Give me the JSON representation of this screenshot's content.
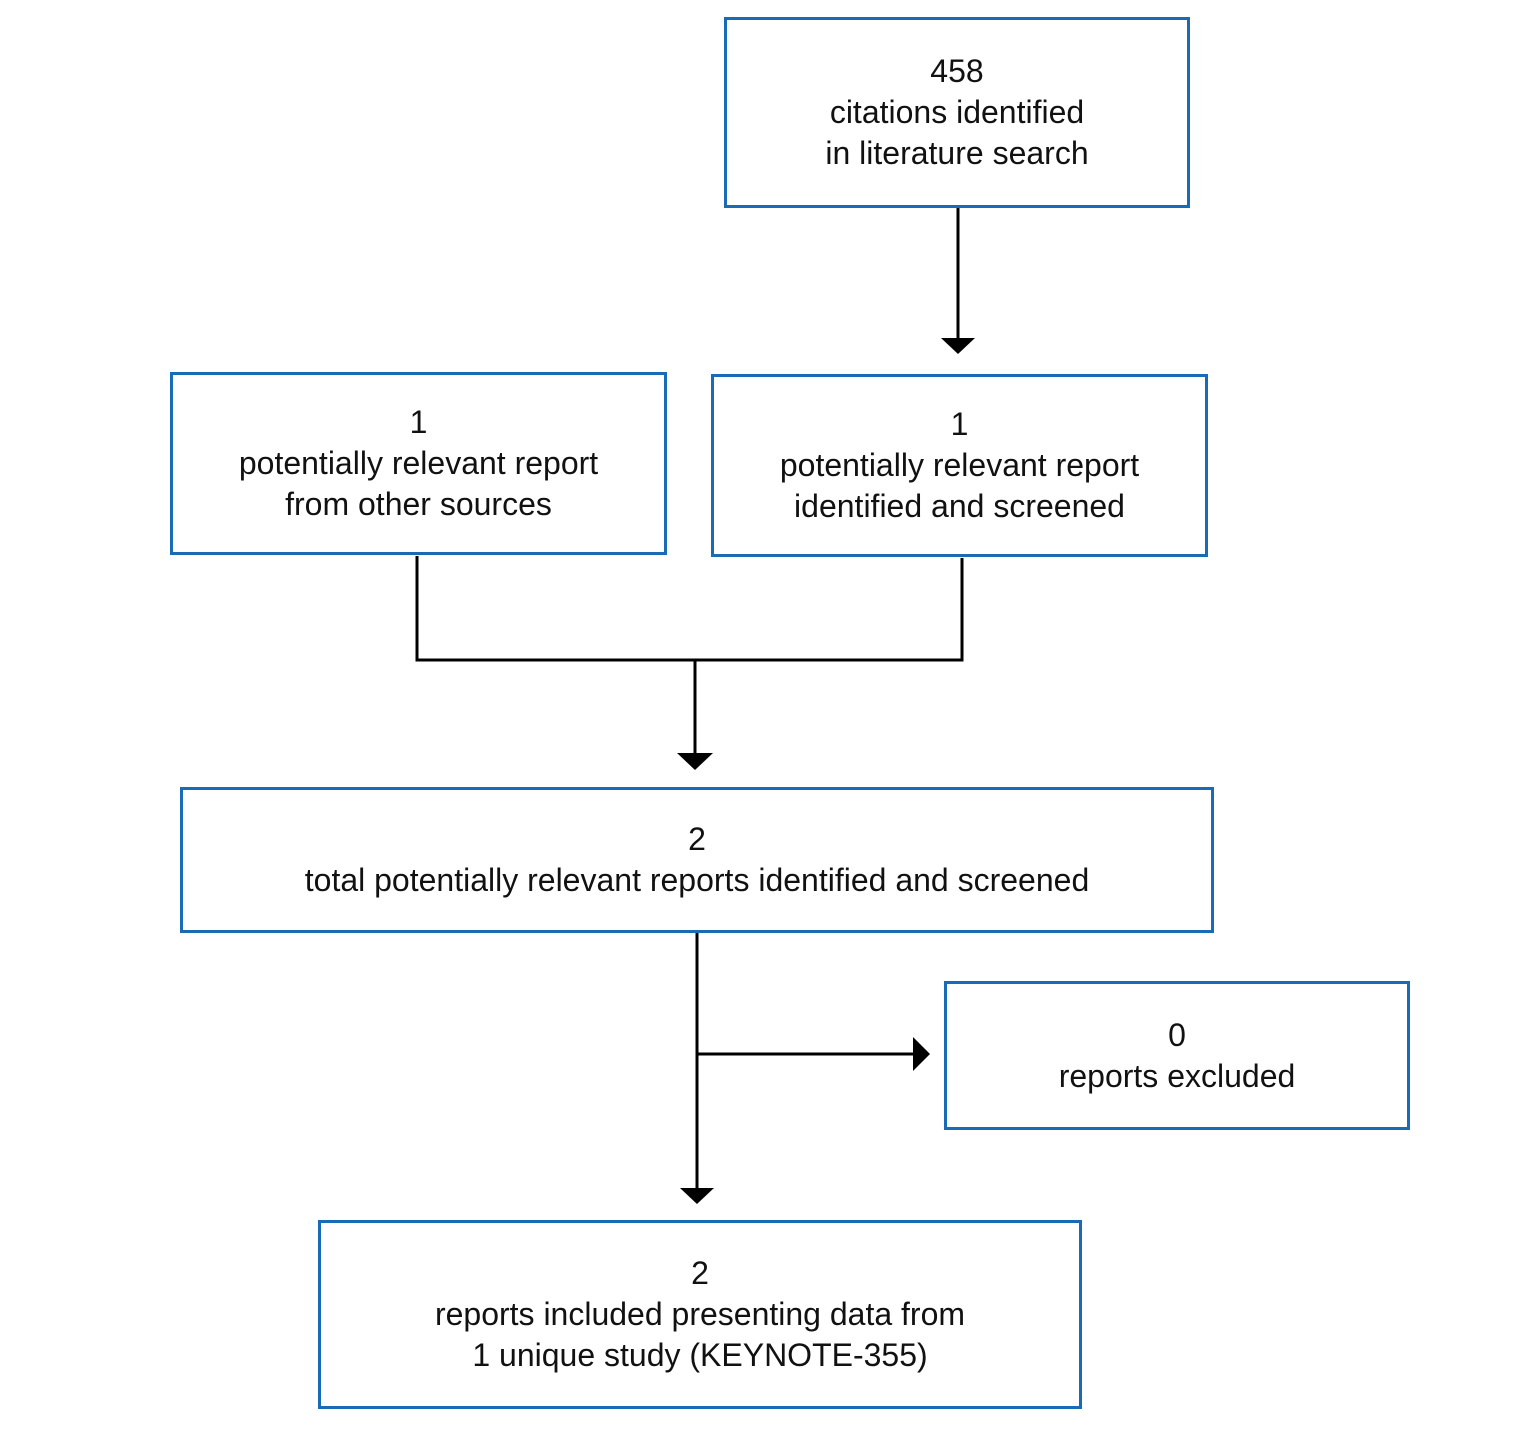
{
  "colors": {
    "box_border": "#1a6bb5",
    "arrow": "#000000",
    "text": "#111111"
  },
  "boxes": {
    "literature_search": {
      "count": "458",
      "line1": "citations identified",
      "line2": "in literature search"
    },
    "other_sources": {
      "count": "1",
      "line1": "potentially relevant report",
      "line2": "from other sources"
    },
    "screened": {
      "count": "1",
      "line1": "potentially relevant report",
      "line2": "identified and screened"
    },
    "total": {
      "count": "2",
      "line1": "total potentially relevant reports identified and screened"
    },
    "excluded": {
      "count": "0",
      "line1": "reports excluded"
    },
    "included": {
      "count": "2",
      "line1": "reports included presenting data from",
      "line2": "1 unique study (KEYNOTE-355)"
    }
  }
}
